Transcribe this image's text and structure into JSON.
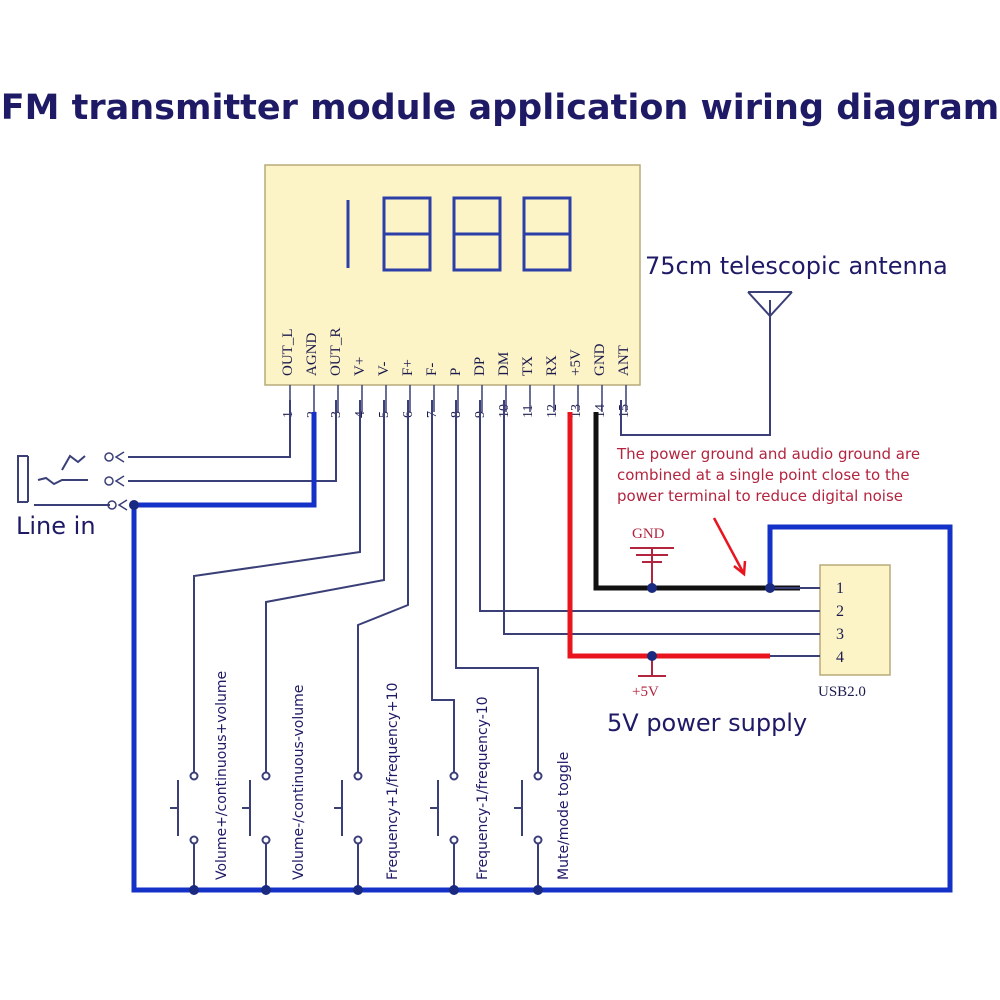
{
  "title": "FM transmitter module application wiring diagram",
  "module": {
    "pins": [
      {
        "num": "1",
        "label": "OUT_L"
      },
      {
        "num": "2",
        "label": "AGND"
      },
      {
        "num": "3",
        "label": "OUT_R"
      },
      {
        "num": "4",
        "label": "V+"
      },
      {
        "num": "5",
        "label": "V-"
      },
      {
        "num": "6",
        "label": "F+"
      },
      {
        "num": "7",
        "label": "F-"
      },
      {
        "num": "8",
        "label": "P"
      },
      {
        "num": "9",
        "label": "DP"
      },
      {
        "num": "10",
        "label": "DM"
      },
      {
        "num": "11",
        "label": "TX"
      },
      {
        "num": "12",
        "label": "RX"
      },
      {
        "num": "13",
        "label": "+5V"
      },
      {
        "num": "14",
        "label": "GND"
      },
      {
        "num": "15",
        "label": "ANT"
      }
    ]
  },
  "labels": {
    "antenna": "75cm telescopic antenna",
    "line_in": "Line in",
    "power_supply": "5V power supply",
    "gnd_symbol": "GND",
    "plus5v_symbol": "+5V",
    "usb": "USB2.0",
    "note_lines": [
      "The power ground and audio ground are",
      "combined at a single point close to the",
      "power terminal to reduce digital noise"
    ]
  },
  "usb_pins": [
    "1",
    "2",
    "3",
    "4"
  ],
  "buttons": [
    "Volume+/continuous+volume",
    "Volume-/continuous-volume",
    "Frequency+1/frequency+10",
    "Frequency-1/frequency-10",
    "Mute/mode toggle"
  ],
  "colors": {
    "title": "#1f1a66",
    "module_fill": "#fcf3c6",
    "ground_bus": "#1432c8",
    "power_wire": "#e8141e",
    "gnd_wire": "#111111",
    "note": "#b3243f",
    "signal_wire": "#3a3f78"
  }
}
